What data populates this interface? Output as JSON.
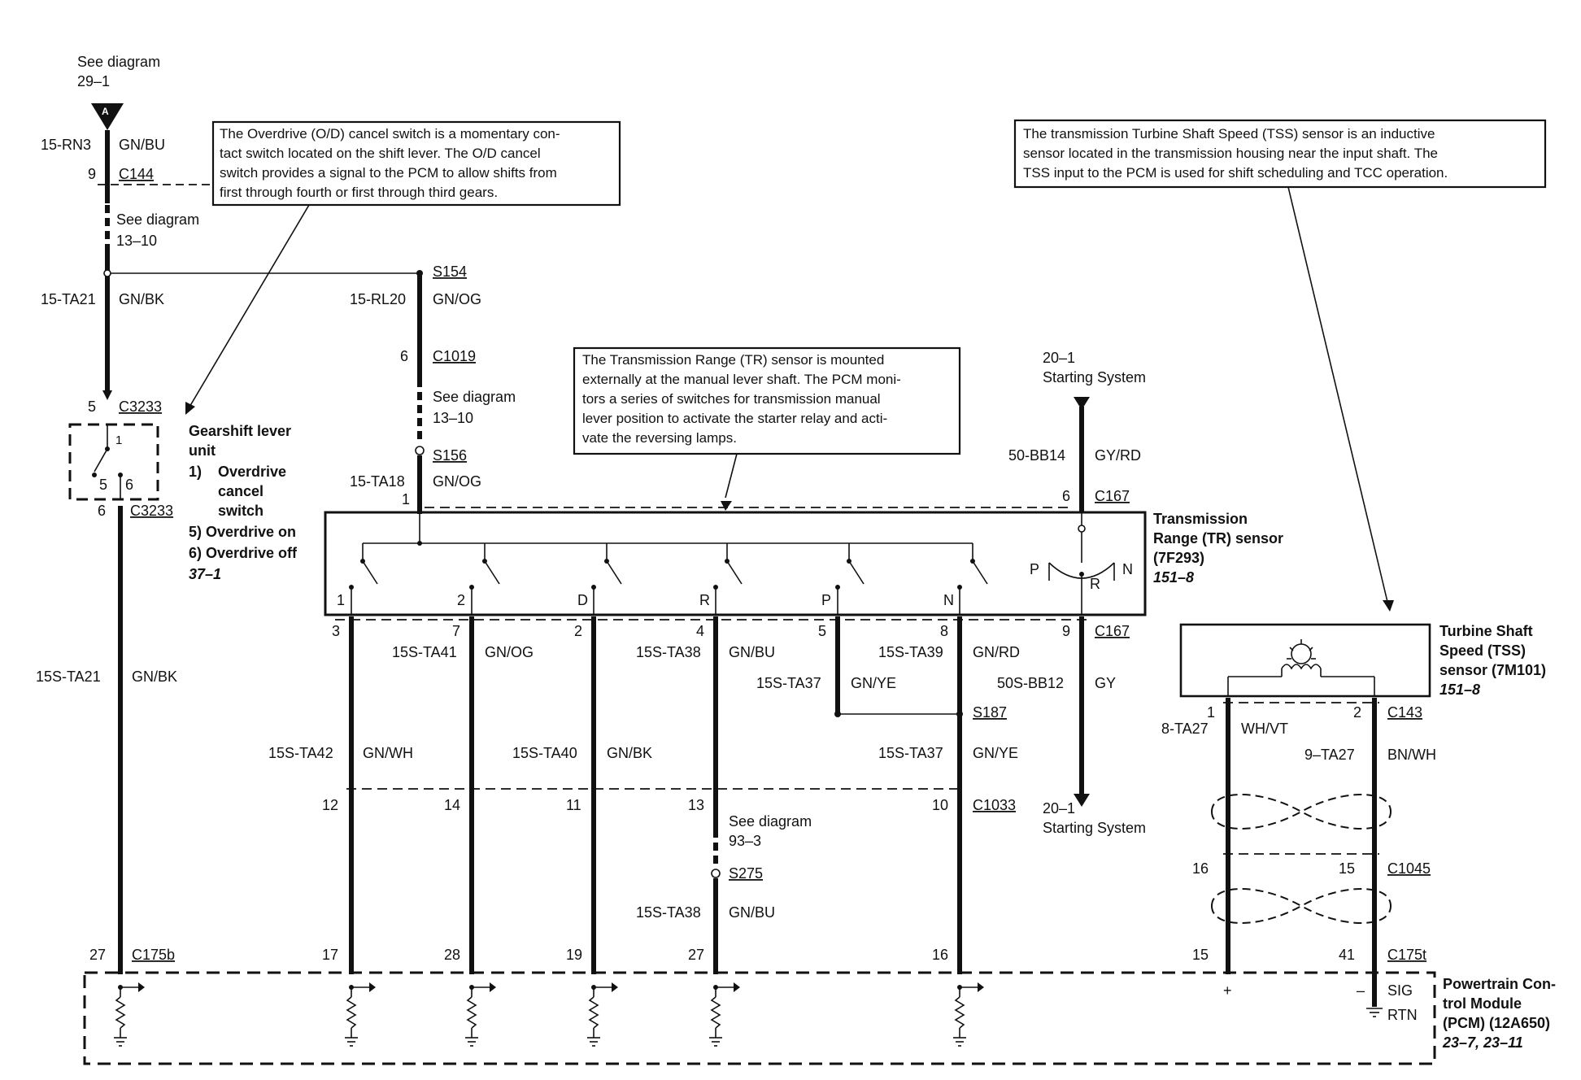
{
  "ref_top": {
    "line1": "See diagram",
    "line2": "29–1",
    "marker": "A"
  },
  "left_wire": {
    "id1": "15-RN3",
    "color1": "GN/BU",
    "pin1": "9",
    "conn1": "C144",
    "see1": "See diagram",
    "see2": "13–10",
    "id2": "15-TA21",
    "color2": "GN/BK",
    "pin2": "5",
    "conn2": "C3233",
    "pin3": "6",
    "conn3": "C3233",
    "id3": "15S-TA21",
    "color3": "GN/BK",
    "pin4": "27",
    "conn4": "C175b"
  },
  "gearshift": {
    "pin_top": "1",
    "pin_l": "5",
    "pin_r": "6",
    "title1": "Gearshift lever",
    "title2": "unit",
    "item1_num": "1)",
    "item1_a": "Overdrive",
    "item1_b": "cancel",
    "item1_c": "switch",
    "item5": "5)   Overdrive on",
    "item6": "6)   Overdrive off",
    "ref": "37–1"
  },
  "notes": {
    "od": [
      "The Overdrive (O/D) cancel switch is a momentary con-",
      "tact switch located on the shift lever. The O/D cancel",
      "switch provides a signal to the PCM to allow shifts from",
      "first through fourth or first through third gears."
    ],
    "tr": [
      "The Transmission Range (TR) sensor is mounted",
      "externally at the manual lever shaft. The PCM moni-",
      "tors a series of switches for transmission manual",
      "lever position to activate the starter relay and acti-",
      "vate the reversing lamps."
    ],
    "tss": [
      "The transmission Turbine Shaft Speed (TSS) sensor is an inductive",
      "sensor located in the transmission housing near the input shaft. The",
      "TSS input to the PCM is used for shift scheduling and TCC operation."
    ]
  },
  "center_feed": {
    "splice1": "S154",
    "id1": "15-RL20",
    "color1": "GN/OG",
    "pin1": "6",
    "conn1": "C1019",
    "see1": "See diagram",
    "see2": "13–10",
    "splice2": "S156",
    "id2": "15-TA18",
    "color2": "GN/OG",
    "pin2": "1"
  },
  "starter": {
    "top1": "20–1",
    "top2": "Starting System",
    "id1": "50-BB14",
    "color1": "GY/RD",
    "pin1": "6",
    "conn1": "C167",
    "pin2": "9",
    "conn2": "C167",
    "id2": "50S-BB12",
    "color2": "GY",
    "bot1": "20–1",
    "bot2": "Starting System"
  },
  "tr_sensor": {
    "title1": "Transmission",
    "title2": "Range (TR) sensor",
    "title3": "(7F293)",
    "ref": "151–8",
    "switch_labels": [
      "1",
      "2",
      "D",
      "R",
      "P",
      "N"
    ],
    "prn": [
      "P",
      "R",
      "N"
    ]
  },
  "wires": [
    {
      "top_pin": "3",
      "id": "15S-TA42",
      "color": "GN/WH",
      "mid_pin": "12",
      "bot_pin": "17"
    },
    {
      "top_pin": "7",
      "id_top": "15S-TA41",
      "color_top": "GN/OG",
      "mid_pin": "14",
      "bot_pin": "28"
    },
    {
      "top_pin": "2",
      "id": "15S-TA40",
      "color": "GN/BK",
      "mid_pin": "11",
      "bot_pin": "19"
    },
    {
      "top_pin": "4",
      "id_top": "15S-TA38",
      "color_top": "GN/BU",
      "mid_pin": "13",
      "see1": "See diagram",
      "see2": "93–3",
      "splice": "S275",
      "id": "15S-TA38",
      "color": "GN/BU",
      "bot_pin": "27"
    },
    {
      "top_pin": "5",
      "id": "15S-TA37",
      "color": "GN/YE"
    },
    {
      "top_pin": "8",
      "id_top": "15S-TA39",
      "color_top": "GN/RD",
      "splice": "S187",
      "id": "15S-TA37",
      "color": "GN/YE",
      "mid_pin": "10",
      "conn": "C1033",
      "bot_pin": "16"
    }
  ],
  "tss": {
    "title1": "Turbine Shaft",
    "title2": "Speed (TSS)",
    "title3": "sensor (7M101)",
    "ref": "151–8",
    "pin1": "1",
    "pin2": "2",
    "conn1": "C143",
    "id1": "8-TA27",
    "color1": "WH/VT",
    "id2": "9–TA27",
    "color2": "BN/WH",
    "pin3": "16",
    "pin4": "15",
    "conn2": "C1045",
    "pin5": "15",
    "pin6": "41",
    "conn3": "C175t"
  },
  "pcm": {
    "title1": "Powertrain Con-",
    "title2": "trol Module",
    "title3": "(PCM) (12A650)",
    "ref": "23–7, 23–11",
    "plus": "+",
    "minus": "–",
    "sig": "SIG",
    "rtn": "RTN"
  }
}
